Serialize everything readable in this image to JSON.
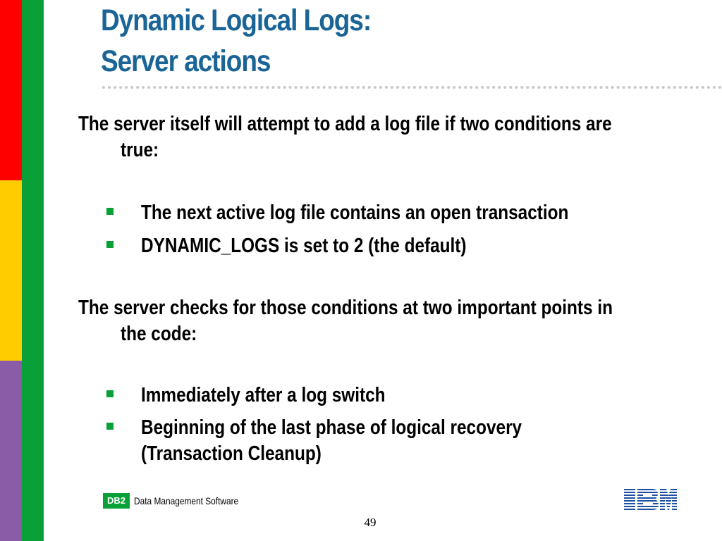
{
  "title": {
    "line1": "Dynamic Logical Logs:",
    "line2": "Server actions"
  },
  "body": {
    "para1": {
      "line1": "The server itself will attempt to add a log file if two conditions are",
      "line2": "true:"
    },
    "bullets1": [
      {
        "text": "The next active log file contains an open transaction"
      },
      {
        "text": "DYNAMIC_LOGS is set to 2 (the default)"
      }
    ],
    "para2": {
      "line1": "The server checks for those conditions at two important points in",
      "line2": "the code:"
    },
    "bullets2": [
      {
        "text": "Immediately after a log switch"
      },
      {
        "line1": "Beginning of the last phase of logical recovery",
        "line2": "(Transaction Cleanup)"
      }
    ]
  },
  "footer": {
    "db2_label": "DB2",
    "db2_text": "Data Management Software",
    "ibm_logo": "IBM",
    "page_number": "49"
  },
  "colors": {
    "title": "#1a6496",
    "bullet": "#0aa038",
    "bar_red": "#ff0000",
    "bar_yellow": "#ffcc00",
    "bar_purple": "#8a5ca8",
    "bar_green": "#0aa038",
    "ibm_blue": "#1f4fa0"
  }
}
